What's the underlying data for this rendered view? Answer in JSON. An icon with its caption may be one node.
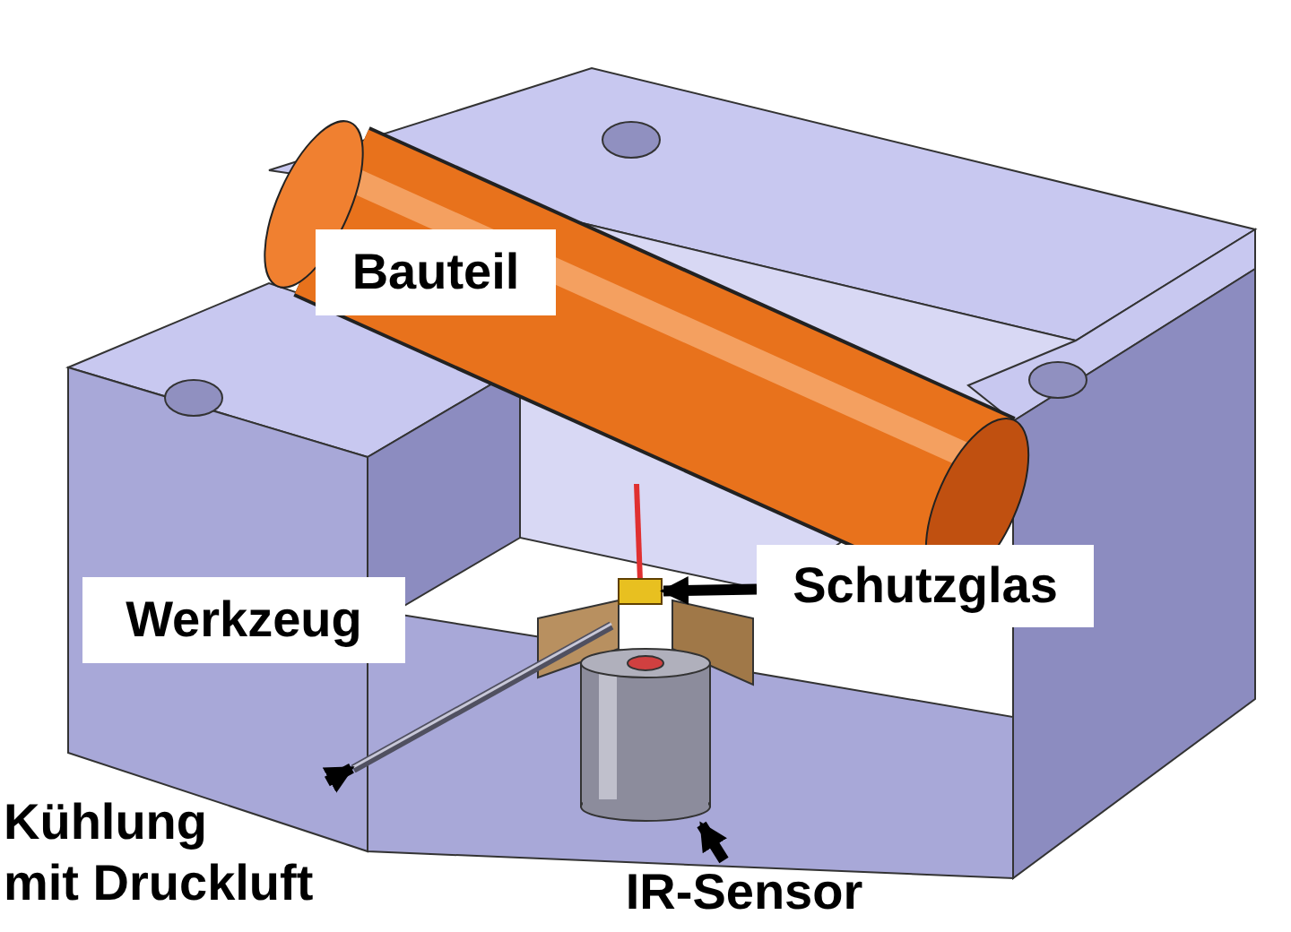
{
  "diagram": {
    "nodes": [
      {
        "text": [
          "Bauteil"
        ]
      },
      {
        "text": [
          "Werkzeug"
        ]
      },
      {
        "text": [
          "Schutzglas"
        ]
      },
      {
        "text": [],
        "shape": "box"
      },
      {
        "text": [
          "Kühlung mit Druckluft"
        ]
      },
      {
        "text": [],
        "shape": "bar"
      },
      {
        "text": [
          "IR-Sensor"
        ]
      },
      {
        "text": [],
        "shape": "cylinder"
      }
    ],
    "edges": [
      {
        "from": 2,
        "to": 3,
        "arrow": "to"
      },
      {
        "from": 4,
        "to": 5,
        "arrow": "to"
      },
      {
        "from": 6,
        "to": 7,
        "arrow": "to"
      }
    ]
  }
}
